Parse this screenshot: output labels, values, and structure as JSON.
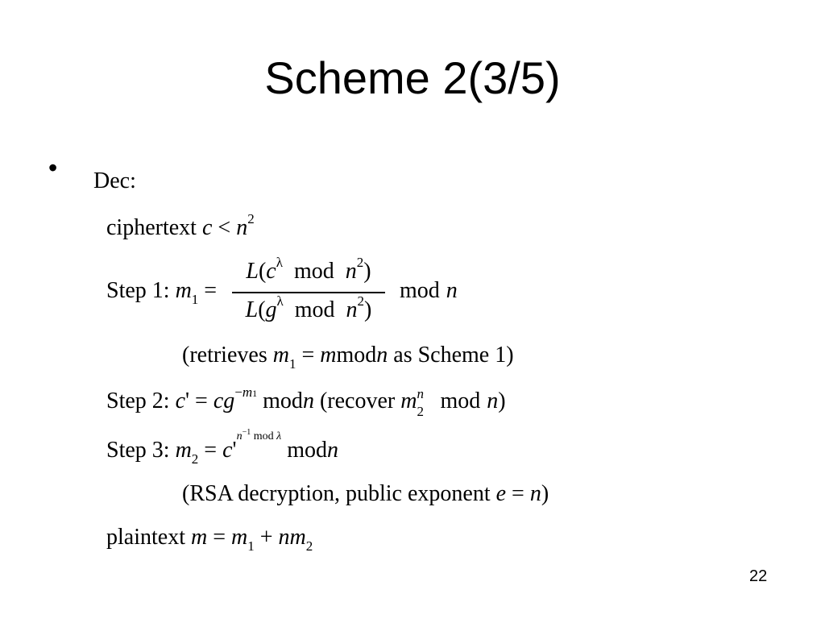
{
  "slide": {
    "title": "Scheme 2(3/5)",
    "bullet": "•",
    "dec_label": "Dec:",
    "ciphertext_label": "ciphertext",
    "step1_label": "Step 1:",
    "step1_note_prefix": "(retrieves",
    "step1_note_suffix": "as Scheme 1)",
    "step2_label": "Step 2:",
    "step2_recover_prefix": "(recover",
    "step3_label": "Step 3:",
    "step3_note_prefix": "(RSA decryption, public exponent",
    "step3_note_suffix": ")",
    "plaintext_label": "plaintext",
    "mod_word": "mod",
    "page_number": "22"
  }
}
